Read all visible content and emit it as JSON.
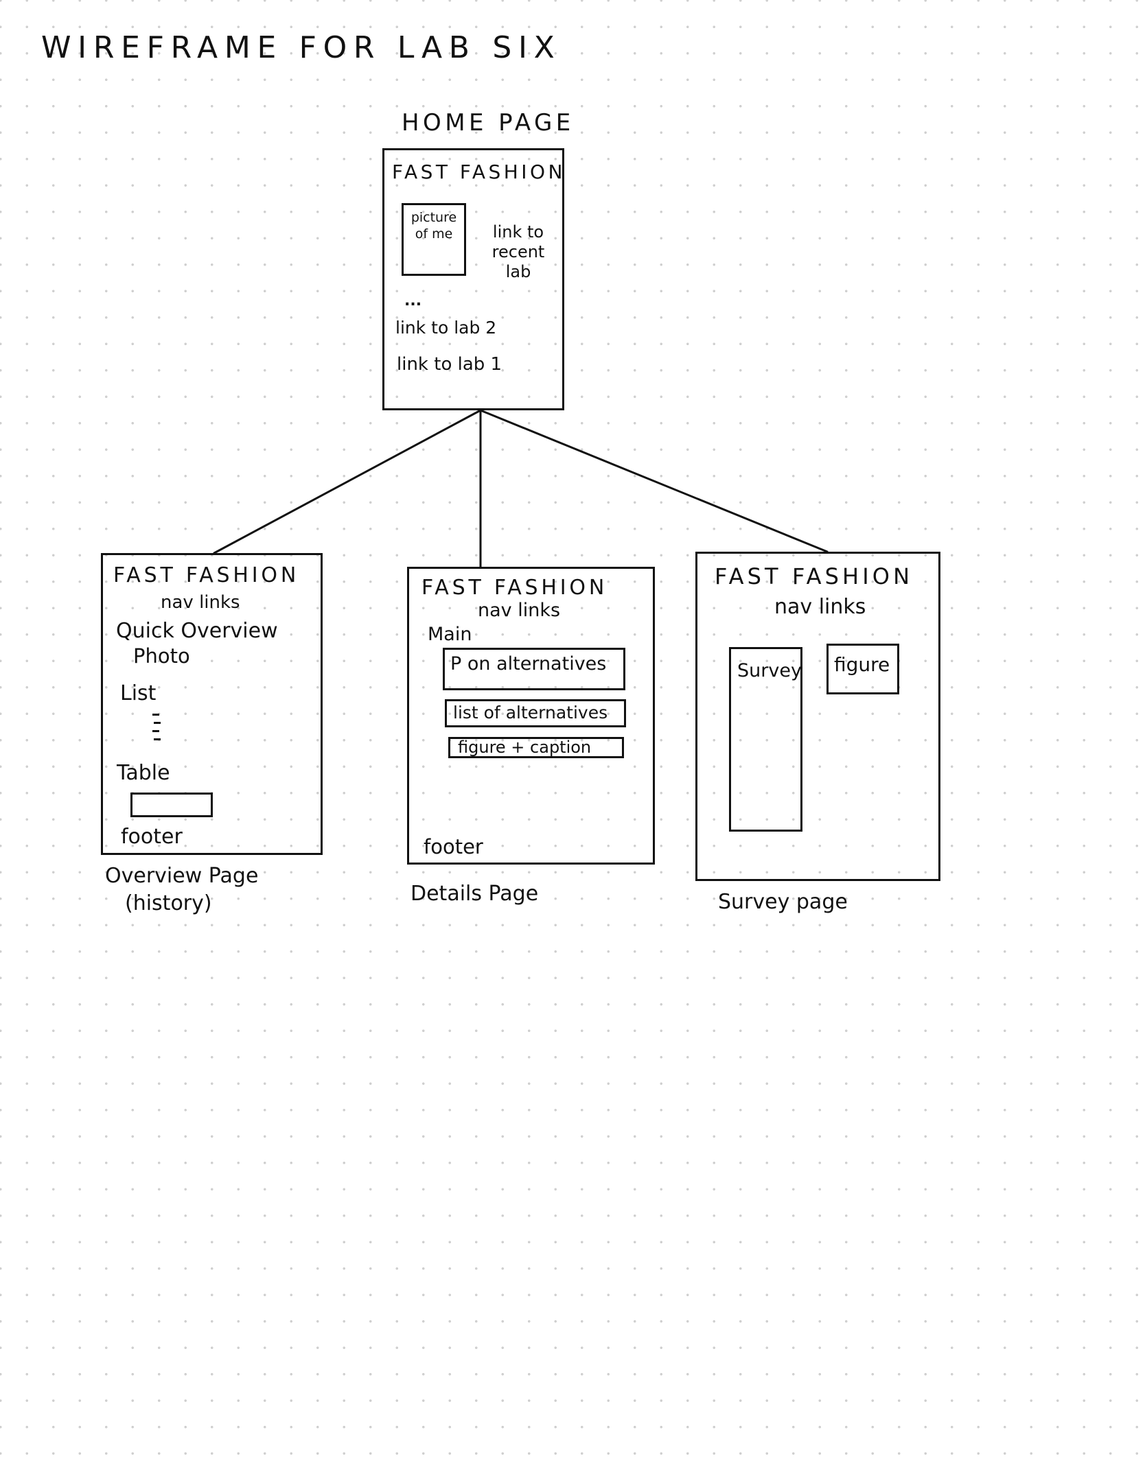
{
  "title": "WIREFRAME FOR LAB SIX",
  "home": {
    "caption": "HOME PAGE",
    "header": "FAST FASHION",
    "picture": "picture of me",
    "link_recent": "link to recent lab",
    "ellipsis": "...",
    "link_lab2": "link to lab 2",
    "link_lab1": "link to lab 1"
  },
  "overview": {
    "header": "FAST FASHION",
    "nav": "nav links",
    "quick_overview": "Quick Overview",
    "photo": "Photo",
    "list": "List",
    "table": "Table",
    "footer": "footer",
    "caption_line1": "Overview Page",
    "caption_line2": "(history)"
  },
  "details": {
    "header": "FAST FASHION",
    "nav": "nav links",
    "main": "Main",
    "p_alternatives": "P on alternatives",
    "list_alternatives": "list of alternatives",
    "figure_caption": "figure + caption",
    "footer": "footer",
    "caption": "Details Page"
  },
  "survey": {
    "header": "FAST FASHION",
    "nav": "nav links",
    "survey": "Survey",
    "figure": "figure",
    "caption": "Survey page"
  }
}
